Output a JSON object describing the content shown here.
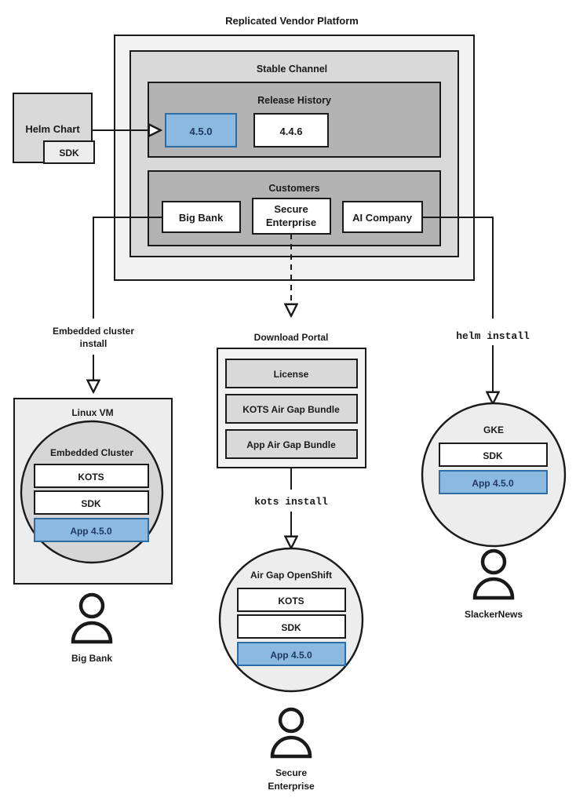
{
  "title": "Replicated Vendor Platform",
  "platform": {
    "channel_label": "Stable Channel",
    "release_history": {
      "label": "Release History",
      "releases": [
        {
          "version": "4.5.0",
          "state": "current"
        },
        {
          "version": "4.4.6",
          "state": "previous"
        }
      ]
    },
    "customers": {
      "label": "Customers",
      "items": [
        {
          "name": "Big Bank"
        },
        {
          "name_line1": "Secure",
          "name_line2": "Enterprise"
        },
        {
          "name": "AI Company"
        }
      ]
    }
  },
  "source": {
    "helm_chart_label": "Helm Chart",
    "sdk_label": "SDK"
  },
  "flows": {
    "embedded_install_line1": "Embedded cluster",
    "embedded_install_line2": "install",
    "kots_install": "kots install",
    "helm_install": "helm install"
  },
  "download_portal": {
    "label": "Download Portal",
    "artifacts": [
      "License",
      "KOTS Air Gap Bundle",
      "App Air Gap Bundle"
    ]
  },
  "targets": {
    "linux_vm": {
      "label": "Linux VM",
      "cluster_label": "Embedded Cluster",
      "components": [
        "KOTS",
        "SDK"
      ],
      "app": "App 4.5.0",
      "persona": "Big Bank"
    },
    "airgap_openshift": {
      "label": "Air Gap OpenShift",
      "components": [
        "KOTS",
        "SDK"
      ],
      "app": "App 4.5.0",
      "persona_line1": "Secure",
      "persona_line2": "Enterprise"
    },
    "gke": {
      "label": "GKE",
      "components": [
        "SDK"
      ],
      "app": "App 4.5.0",
      "persona": "SlackerNews"
    }
  },
  "colors": {
    "accent_blue_fill": "#8bb9e0",
    "accent_blue_stroke": "#2e6da4",
    "accent_blue_text": "#1f3864",
    "outer_shell": "#f2f2f2",
    "mid_shell": "#d9d9d9",
    "inner_shell": "#b3b3b3",
    "stroke": "#1a1a1a"
  }
}
